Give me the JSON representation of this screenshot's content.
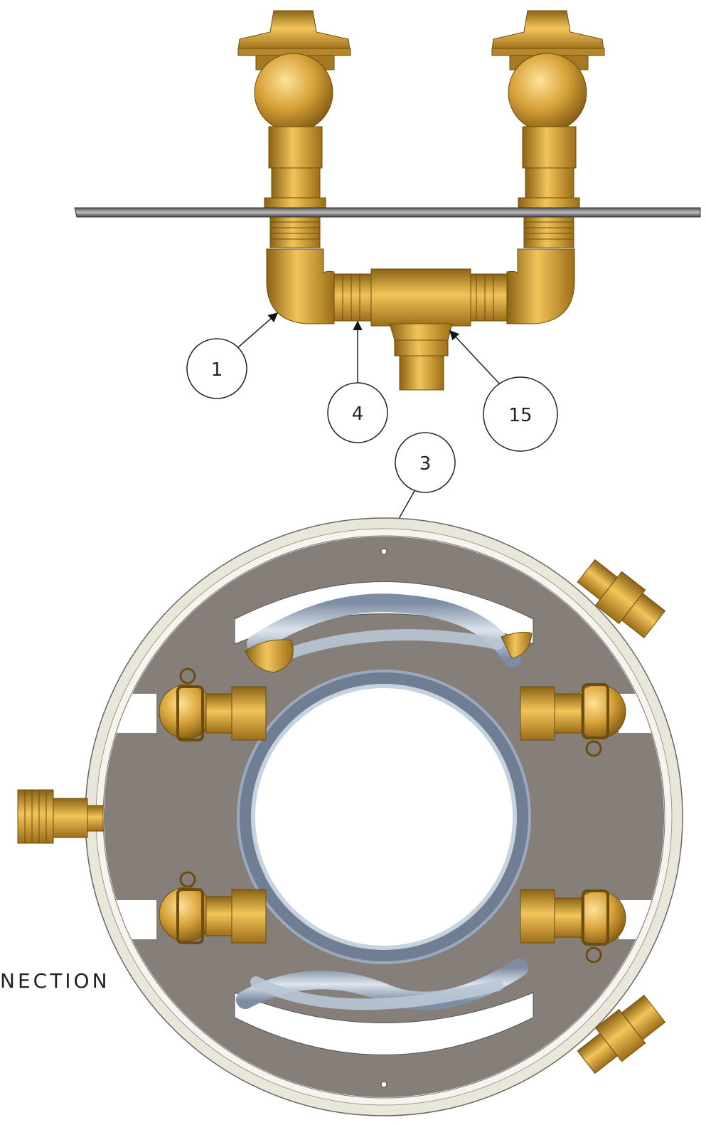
{
  "callouts": {
    "b1": "1",
    "b4": "4",
    "b15": "15",
    "b3": "3"
  },
  "section_label": "NECTION",
  "colors": {
    "brass": "#C8952C",
    "brass_light": "#F2C55A",
    "brass_dark": "#8A6214",
    "plate_gray": "#857E79",
    "ring_cream": "#E9E6DA",
    "hose_blue": "#A9B8CC",
    "leader": "#222222"
  }
}
